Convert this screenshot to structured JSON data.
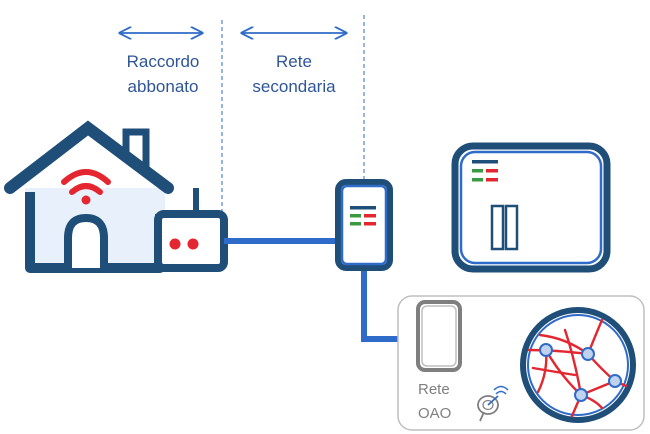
{
  "labels": {
    "raccordo_line1": "Raccordo",
    "raccordo_line2": "abbonato",
    "rete_sec_line1": "Rete",
    "rete_sec_line2": "secondaria",
    "oao_line1": "Rete",
    "oao_line2": "OAO"
  },
  "colors": {
    "navy": "#1f4e79",
    "blue": "#2f6bc8",
    "light_blue_fill": "#e8f0fb",
    "red": "#e3262f",
    "green": "#3a9a42",
    "gray": "#7f7f7f",
    "light_gray": "#bfbfbf"
  },
  "icons": [
    "house-icon",
    "wifi-icon",
    "modem-icon",
    "street-cabinet-icon",
    "central-office-icon",
    "oao-node-icon",
    "satellite-dish-icon",
    "network-globe-icon"
  ]
}
